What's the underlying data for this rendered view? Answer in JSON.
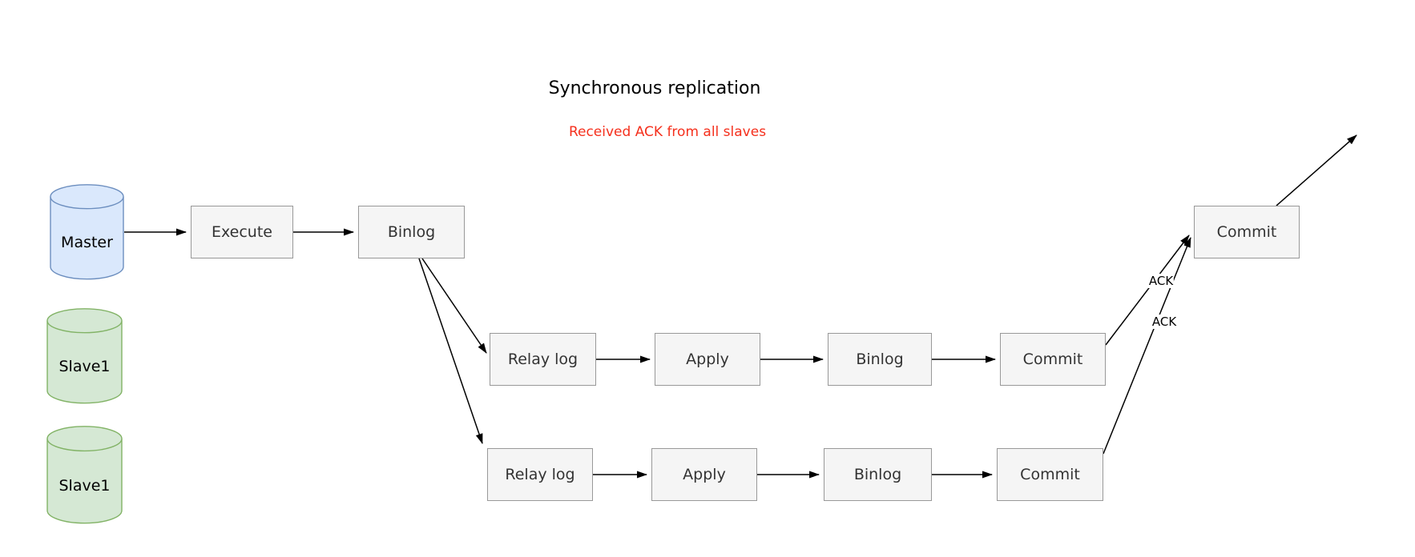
{
  "diagram": {
    "title": "Synchronous replication",
    "subtitle": "Received ACK from all slaves"
  },
  "databases": {
    "master": "Master",
    "slave1": "Slave1",
    "slave2": "Slave1"
  },
  "nodes": {
    "execute": "Execute",
    "master_binlog": "Binlog",
    "slave1_relay_log": "Relay log",
    "slave1_apply": "Apply",
    "slave1_binlog": "Binlog",
    "slave1_commit": "Commit",
    "slave2_relay_log": "Relay log",
    "slave2_apply": "Apply",
    "slave2_binlog": "Binlog",
    "slave2_commit": "Commit",
    "master_commit": "Commit"
  },
  "edge_labels": {
    "ack_slave1": "ACK",
    "ack_slave2": "ACK"
  },
  "colors": {
    "master_cylinder_fill": "#dae8fc",
    "master_cylinder_stroke": "#6c8ebf",
    "slave_cylinder_fill": "#d5e8d4",
    "slave_cylinder_stroke": "#82b366",
    "box_fill": "#f5f5f5",
    "box_stroke": "#999999",
    "box_text": "#333333",
    "subtitle_text": "#f5301d",
    "arrow": "#000000"
  }
}
